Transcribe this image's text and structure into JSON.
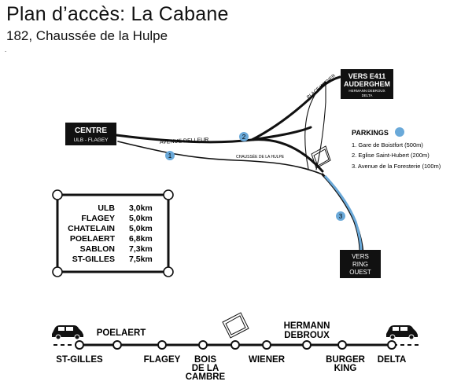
{
  "header": {
    "title": "Plan d’accès: La Cabane",
    "subtitle": "182, Chaussée de la Hulpe",
    "dot": "."
  },
  "map": {
    "centre_box": {
      "line1": "CENTRE",
      "line2": "ULB - FLAGEY"
    },
    "e411_box": {
      "line1": "VERS E411",
      "line2": "AUDERGHEM",
      "line3": "HERMANN DEBROUX",
      "line4": "DELTA"
    },
    "ring_box": {
      "line1": "VERS",
      "line2": "RING",
      "line3": "OUEST"
    },
    "roads": {
      "avenue_delleur": "AVENUE DELLEUR",
      "chaussee_hulpe": "CHAUSSÉE DE LA HULPE",
      "place_wiener": "PLACE WIENER"
    },
    "markers": [
      "1",
      "2",
      "3"
    ],
    "parkings": {
      "title": "PARKINGS",
      "items": [
        "1. Gare de Boistfort (500m)",
        "2. Eglise Saint-Hubert (200m)",
        "3. Avenue de la Foresterie (100m)"
      ]
    },
    "colors": {
      "parking_blue": "#6aa9d9",
      "road_black": "#111111",
      "highlight_blue": "#6aa9d9"
    }
  },
  "distances": [
    {
      "place": "ULB",
      "km": "3,0km"
    },
    {
      "place": "FLAGEY",
      "km": "5,0km"
    },
    {
      "place": "CHATELAIN",
      "km": "5,0km"
    },
    {
      "place": "POELAERT",
      "km": "6,8km"
    },
    {
      "place": "SABLON",
      "km": "7,3km"
    },
    {
      "place": "ST-GILLES",
      "km": "7,5km"
    }
  ],
  "route": {
    "top_labels": [
      "POELAERT",
      "HERMANN",
      "DEBROUX"
    ],
    "bottom_labels": [
      "ST-GILLES",
      "FLAGEY",
      "BOIS",
      "DE LA",
      "CAMBRE",
      "WIENER",
      "BURGER",
      "KING",
      "DELTA"
    ]
  }
}
